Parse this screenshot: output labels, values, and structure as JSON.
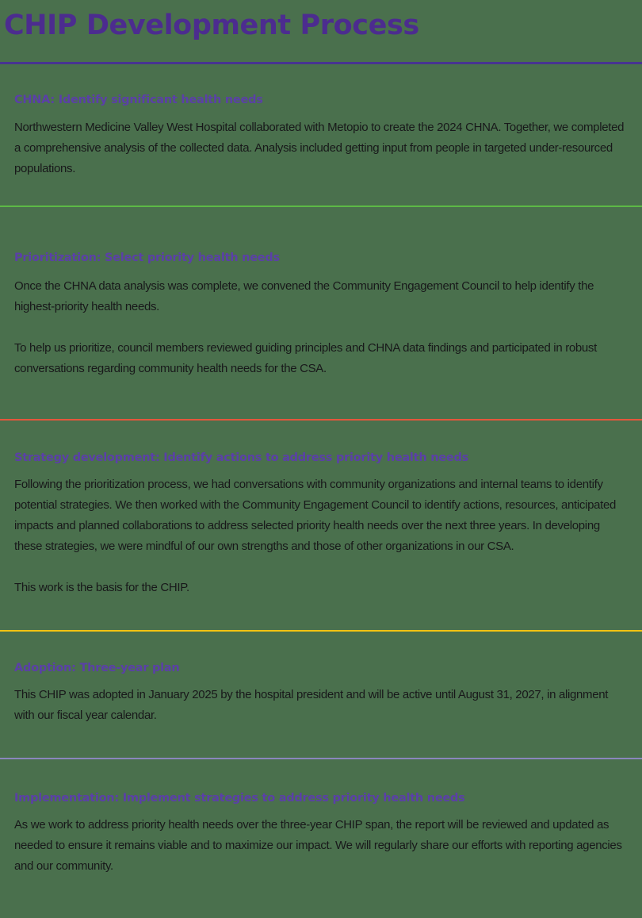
{
  "document": {
    "title": "CHIP Development Process",
    "background_color": "#4a704d",
    "title_color": "#4c2c8f",
    "heading_color": "#5b3fa8",
    "body_text_color": "#18181a"
  },
  "dividers": {
    "top": {
      "name": "title-rule",
      "color": "#473391",
      "thickness": "3px"
    },
    "after_chna": {
      "name": "chna-rule",
      "color": "#5cb946",
      "thickness": "2px"
    },
    "after_prioritization": {
      "name": "prioritization-rule",
      "color": "#e4563c",
      "thickness": "2px"
    },
    "after_strategy": {
      "name": "strategy-rule",
      "color": "#f2c312",
      "thickness": "2px"
    },
    "after_adoption": {
      "name": "adoption-rule",
      "color": "#8a86bd",
      "thickness": "2px"
    }
  },
  "sections": [
    {
      "id": "chna",
      "heading": "CHNA: Identify significant health needs",
      "paragraphs": [
        "Northwestern Medicine Valley West Hospital collaborated with Metopio to create the 2024 CHNA. Together, we completed a comprehensive analysis of the collected data. Analysis included getting input from people in targeted under-resourced populations."
      ]
    },
    {
      "id": "prioritization",
      "heading": "Prioritization: Select priority health needs",
      "paragraphs": [
        "Once the CHNA data analysis was complete, we convened the Community Engagement Council to help identify the highest-priority health needs.",
        "To help us prioritize, council members reviewed guiding principles and CHNA data findings and participated in robust conversations regarding community health needs for the CSA."
      ]
    },
    {
      "id": "strategy-development",
      "heading": "Strategy development: Identify actions to address priority health needs",
      "paragraphs": [
        "Following the prioritization process, we had conversations with community organizations and internal teams to identify potential strategies. We then worked with the Community Engagement Council to identify actions, resources, anticipated impacts and planned collaborations to address selected priority health needs over the next three years. In developing these strategies, we were mindful of our own strengths and those of other organizations in our CSA.",
        "This work is the basis for the CHIP."
      ]
    },
    {
      "id": "adoption",
      "heading": "Adoption: Three-year plan",
      "paragraphs": [
        "This CHIP was adopted in January 2025 by the hospital president and will be active until August 31, 2027, in alignment with our fiscal year calendar."
      ]
    },
    {
      "id": "implementation",
      "heading": "Implementation: Implement strategies to address priority health needs",
      "paragraphs": [
        "As we work to address priority health needs over the three-year CHIP span, the report will be reviewed and updated as needed to ensure it remains viable and to maximize our impact. We will regularly share our efforts with reporting agencies and our community."
      ]
    }
  ]
}
